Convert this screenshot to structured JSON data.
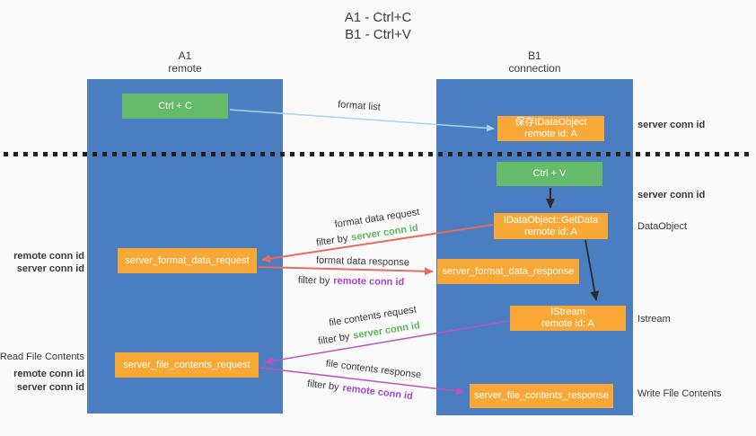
{
  "title": {
    "line1": "A1 - Ctrl+C",
    "line2": "B1 - Ctrl+V"
  },
  "lanes": {
    "left": {
      "title": "A1",
      "subtitle": "remote"
    },
    "right": {
      "title": "B1",
      "subtitle": "connection"
    }
  },
  "nodes": {
    "ctrl_c": {
      "label": "Ctrl + C"
    },
    "ctrl_v": {
      "label": "Ctrl + V"
    },
    "save_idataobject": {
      "line1": "保存IDataObject",
      "line2": "remote id: A"
    },
    "idataobject_getdata": {
      "line1": "IDataObject::GetData",
      "line2": "remote id: A"
    },
    "istream": {
      "line1": "IStream",
      "line2": "remote id: A"
    },
    "server_format_data_request": {
      "label": "server_format_data_request"
    },
    "server_format_data_response": {
      "label": "server_format_data_response"
    },
    "server_file_contents_request": {
      "label": "server_file_contents_request"
    },
    "server_file_contents_response": {
      "label": "server_file_contents_response"
    }
  },
  "arrow_labels": {
    "format_list": "format list",
    "format_data_request": "format data request",
    "format_data_response": "format data response",
    "file_contents_request": "file contents request",
    "file_contents_response": "file contents response",
    "filter_by": "filter by",
    "server_conn_id": "server conn id",
    "remote_conn_id": "remote conn id"
  },
  "annotations": {
    "server_conn_id": "server conn id",
    "remote_conn_id": "remote conn id",
    "dataobject": "DataObject",
    "istream": "Istream",
    "read_file_contents": "Read File Contents",
    "write_file_contents": "Write File Contents"
  },
  "colors": {
    "lane_blue": "#4a7ec1",
    "box_green": "#66bb6a",
    "box_orange": "#f7a836",
    "text_green": "#5cb85c",
    "text_purple": "#a545c8",
    "arrow_red": "#e76c62",
    "arrow_magenta": "#bd53c3",
    "arrow_light_blue": "#a9d3ee",
    "arrow_black": "#2b2b2b"
  }
}
